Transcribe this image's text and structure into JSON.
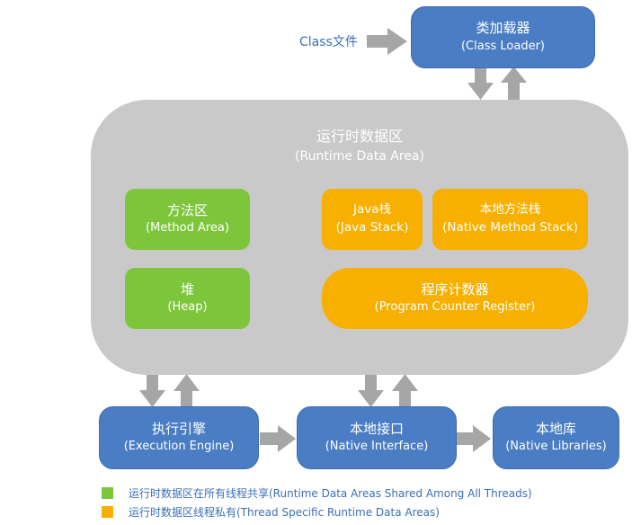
{
  "class_file": "Class文件",
  "class_loader": {
    "zh": "类加载器",
    "en": "(Class Loader)"
  },
  "runtime_area": {
    "zh": "运行时数据区",
    "en": "(Runtime Data Area)"
  },
  "method_area": {
    "zh": "方法区",
    "en": "(Method Area)"
  },
  "heap": {
    "zh": "堆",
    "en": "(Heap)"
  },
  "java_stack": {
    "zh": "Java栈",
    "en": "(Java Stack)"
  },
  "native_method_stack": {
    "zh": "本地方法栈",
    "en": "(Native Method Stack)"
  },
  "program_counter": {
    "zh": "程序计数器",
    "en": "(Program Counter Register)"
  },
  "execution_engine": {
    "zh": "执行引擎",
    "en": "(Execution Engine)"
  },
  "native_interface": {
    "zh": "本地接口",
    "en": "(Native Interface)"
  },
  "native_libraries": {
    "zh": "本地库",
    "en": "(Native Libraries)"
  },
  "legend": {
    "shared": {
      "label": "运行时数据区在所有线程共享(Runtime Data Areas Shared Among All Threads)",
      "color": "#7dc63c"
    },
    "private": {
      "label": "运行时数据区线程私有(Thread Specific Runtime Data Areas)",
      "color": "#f7b000"
    }
  },
  "colors": {
    "blue": "#4a7dc4",
    "green": "#7dc63c",
    "orange": "#f7b000",
    "gray": "#c9c9c9",
    "arrow": "#a6a6a6"
  }
}
